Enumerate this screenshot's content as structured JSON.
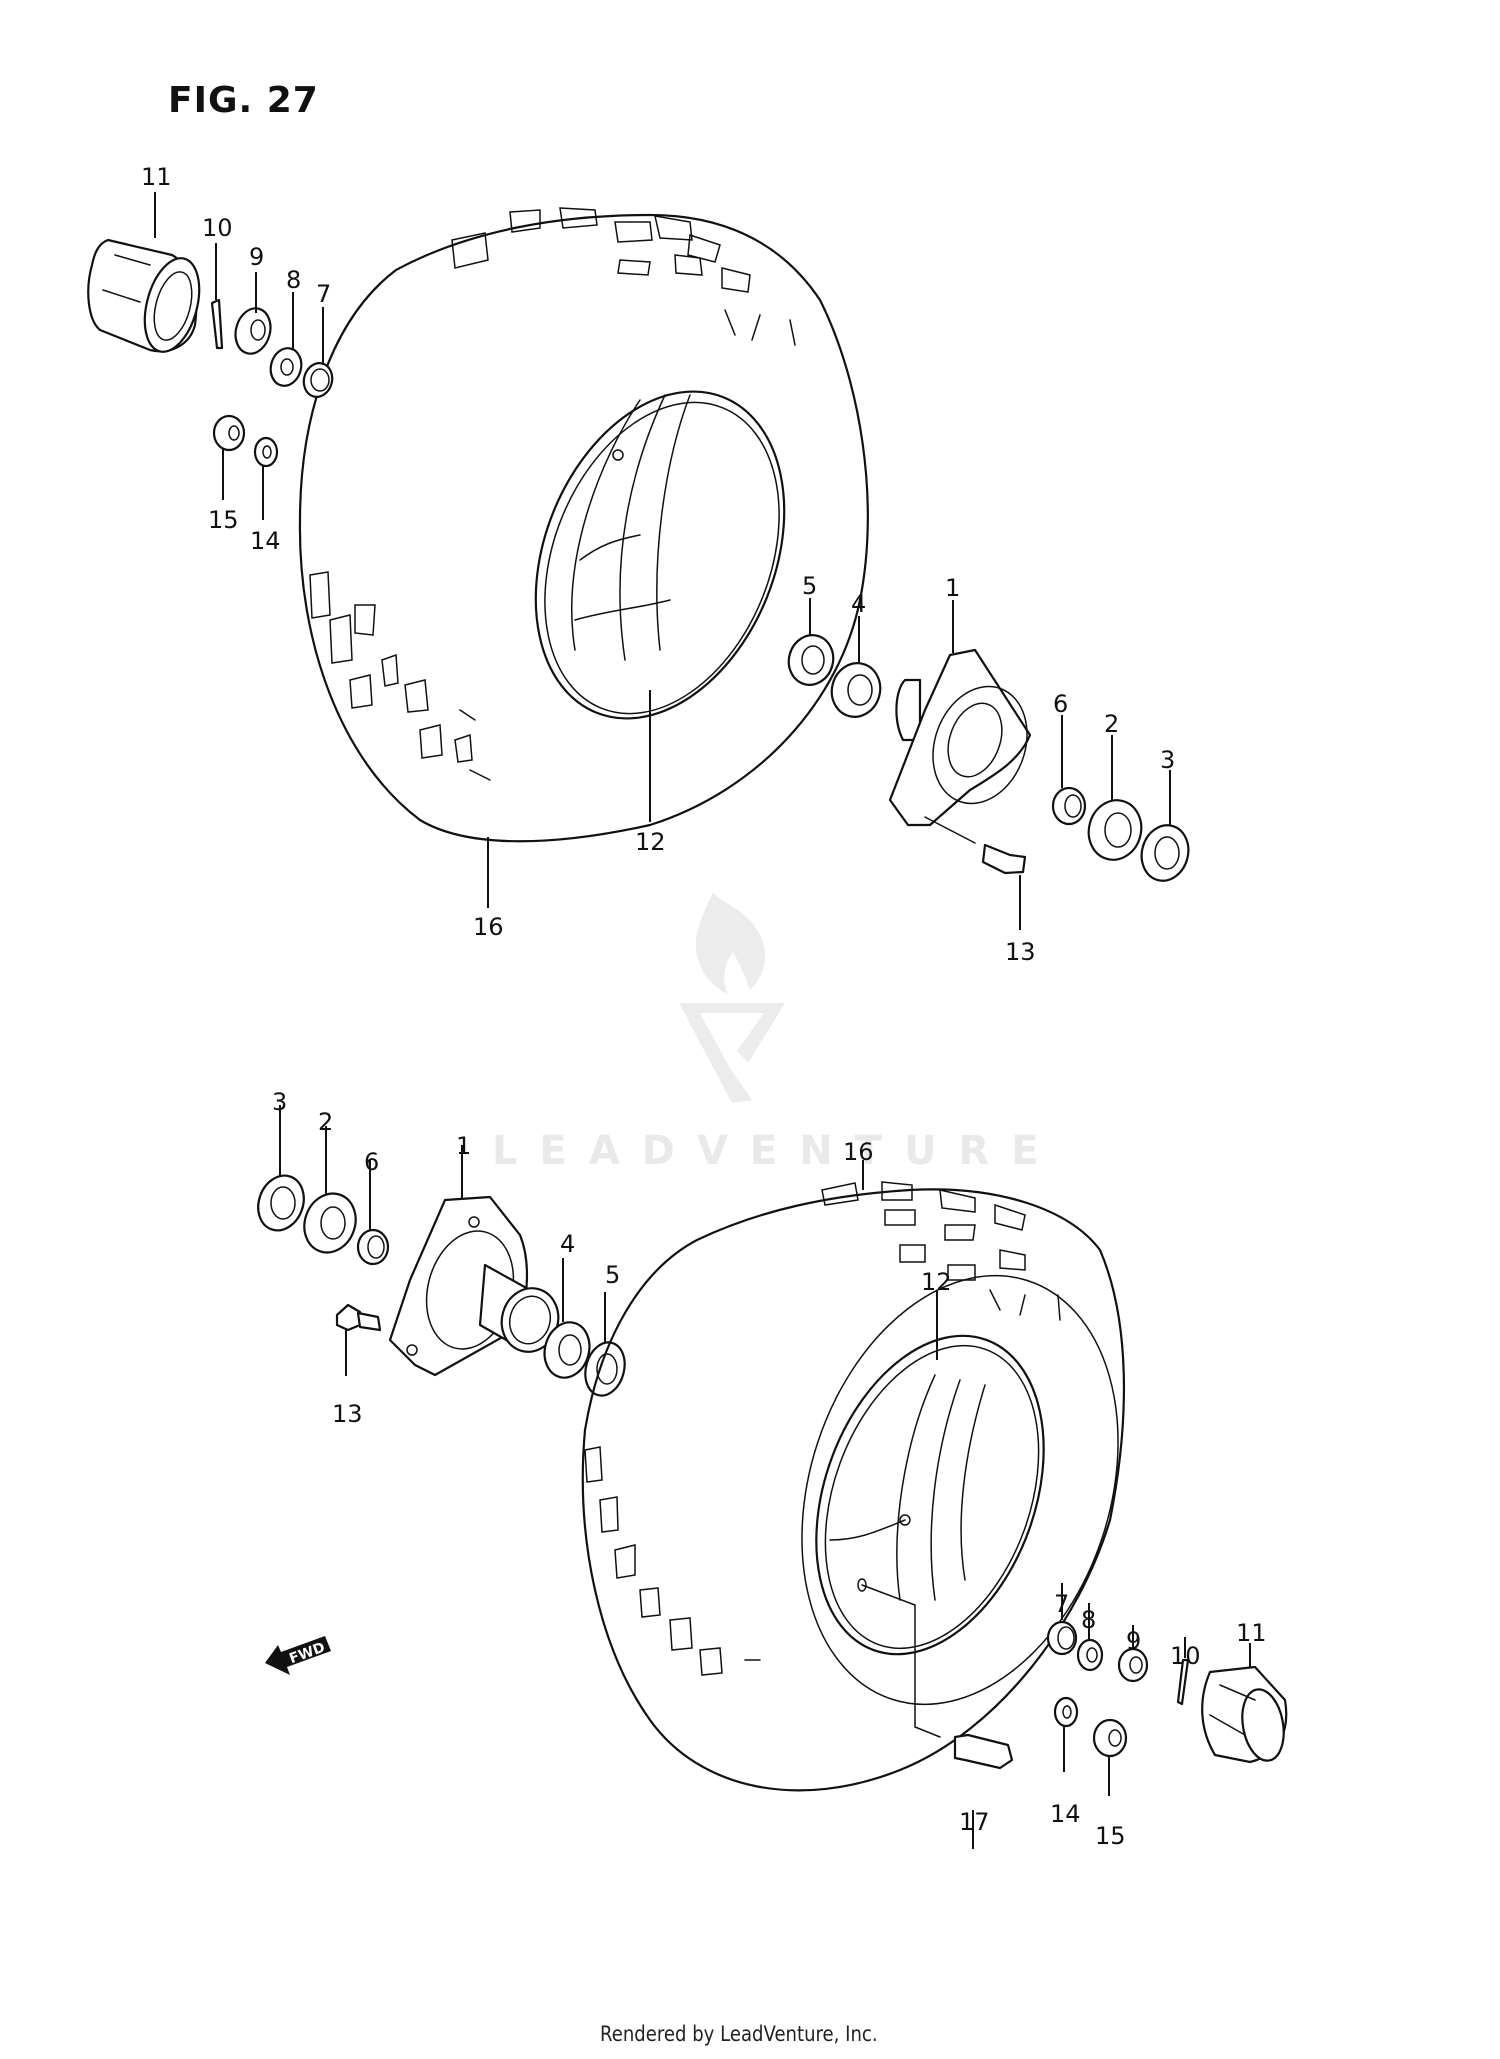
{
  "figure": {
    "title": "FIG. 27",
    "forward_indicator": "FWD"
  },
  "watermark": {
    "text": "LEADVENTURE",
    "color": "#e9e9e9"
  },
  "footer": {
    "text": "Rendered by LeadVenture, Inc."
  },
  "upper_assembly": {
    "callouts": [
      {
        "ref": "11",
        "part": "hub-cap"
      },
      {
        "ref": "10",
        "part": "cotter-pin"
      },
      {
        "ref": "9",
        "part": "castle-nut"
      },
      {
        "ref": "8",
        "part": "washer"
      },
      {
        "ref": "7",
        "part": "spacer"
      },
      {
        "ref": "15",
        "part": "wheel-nut"
      },
      {
        "ref": "14",
        "part": "wheel-washer"
      },
      {
        "ref": "5",
        "part": "oil-seal"
      },
      {
        "ref": "4",
        "part": "bearing"
      },
      {
        "ref": "1",
        "part": "wheel-hub"
      },
      {
        "ref": "6",
        "part": "spacer"
      },
      {
        "ref": "2",
        "part": "bearing"
      },
      {
        "ref": "3",
        "part": "oil-seal"
      },
      {
        "ref": "13",
        "part": "hub-bolt"
      },
      {
        "ref": "12",
        "part": "wheel-rim"
      },
      {
        "ref": "16",
        "part": "tire"
      }
    ]
  },
  "lower_assembly": {
    "callouts": [
      {
        "ref": "3",
        "part": "oil-seal"
      },
      {
        "ref": "2",
        "part": "bearing"
      },
      {
        "ref": "6",
        "part": "spacer"
      },
      {
        "ref": "1",
        "part": "wheel-hub"
      },
      {
        "ref": "4",
        "part": "bearing"
      },
      {
        "ref": "5",
        "part": "oil-seal"
      },
      {
        "ref": "13",
        "part": "hub-bolt"
      },
      {
        "ref": "16",
        "part": "tire"
      },
      {
        "ref": "12",
        "part": "wheel-rim"
      },
      {
        "ref": "7",
        "part": "spacer"
      },
      {
        "ref": "8",
        "part": "washer"
      },
      {
        "ref": "9",
        "part": "castle-nut"
      },
      {
        "ref": "10",
        "part": "cotter-pin"
      },
      {
        "ref": "11",
        "part": "hub-cap"
      },
      {
        "ref": "14",
        "part": "wheel-washer"
      },
      {
        "ref": "15",
        "part": "wheel-nut"
      },
      {
        "ref": "17",
        "part": "valve"
      }
    ]
  }
}
